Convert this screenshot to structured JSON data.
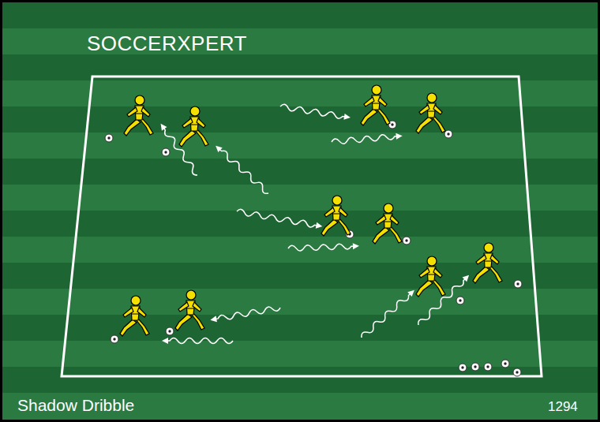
{
  "diagram": {
    "title": "Shadow Dribble",
    "labels": [
      "SOCCERXPERT",
      "1294"
    ]
  }
}
